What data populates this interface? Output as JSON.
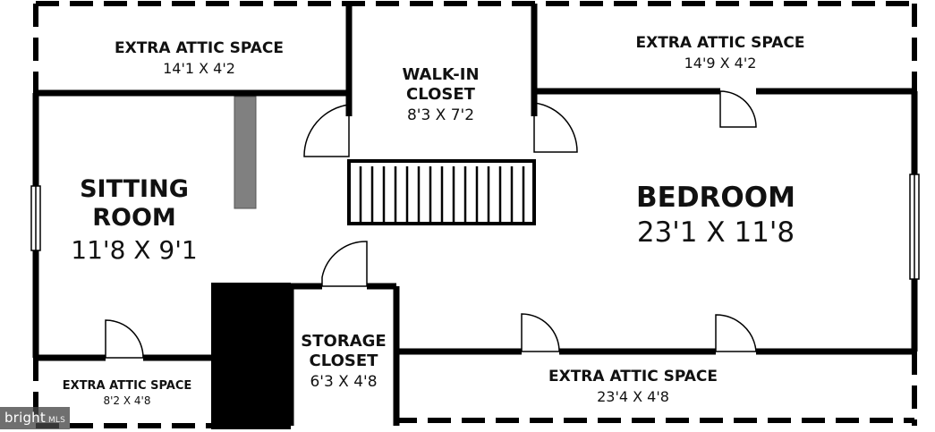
{
  "rooms": {
    "attic_top_left": {
      "name": "EXTRA ATTIC SPACE",
      "dims": "14'1 X 4'2"
    },
    "walk_in_closet": {
      "name_line1": "WALK-IN",
      "name_line2": "CLOSET",
      "dims": "8'3 X 7'2"
    },
    "attic_top_right": {
      "name": "EXTRA ATTIC SPACE",
      "dims": "14'9 X 4'2"
    },
    "sitting_room": {
      "name_line1": "SITTING",
      "name_line2": "ROOM",
      "dims": "11'8 X 9'1"
    },
    "bedroom": {
      "name": "BEDROOM",
      "dims": "23'1 X 11'8"
    },
    "storage_closet": {
      "name_line1": "STORAGE",
      "name_line2": "CLOSET",
      "dims": "6'3 X 4'8"
    },
    "attic_bottom_left": {
      "name": "EXTRA ATTIC SPACE",
      "dims": "8'2 X 4'8"
    },
    "attic_bottom_right": {
      "name": "EXTRA ATTIC SPACE",
      "dims": "23'4 X 4'8"
    }
  },
  "watermark": {
    "text": "bright",
    "suffix": "MLS"
  },
  "colors": {
    "wall": "#000000",
    "chimney": "#808080",
    "background": "#ffffff"
  }
}
